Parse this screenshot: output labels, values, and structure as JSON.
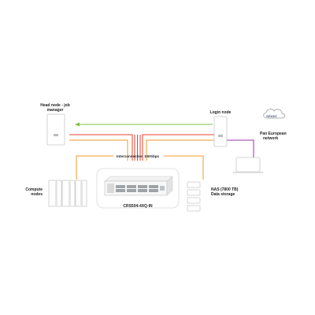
{
  "nodes": {
    "head_node": {
      "label_line1": "Head node - job",
      "label_line2": "manager"
    },
    "login_node": {
      "label": "Login node"
    },
    "compute_nodes": {
      "label_line1": "Compute",
      "label_line2": "nodes"
    },
    "nas": {
      "label_line1": "NAS (7800 TB)",
      "label_line2": "Data storage"
    },
    "switch": {
      "label": "CRS504-4XQ-IN"
    },
    "interconnect": {
      "label": "Interconnection 100Gbps"
    },
    "network": {
      "label_line1": "Pan European",
      "label_line2": "network",
      "cloud_text": "GÉANT"
    }
  },
  "colors": {
    "green_link": "#7dc242",
    "red_link": "#e8412c",
    "orange_link": "#f39a2c",
    "blue_link": "#3ba3d8",
    "purple_link": "#9b2fae"
  }
}
